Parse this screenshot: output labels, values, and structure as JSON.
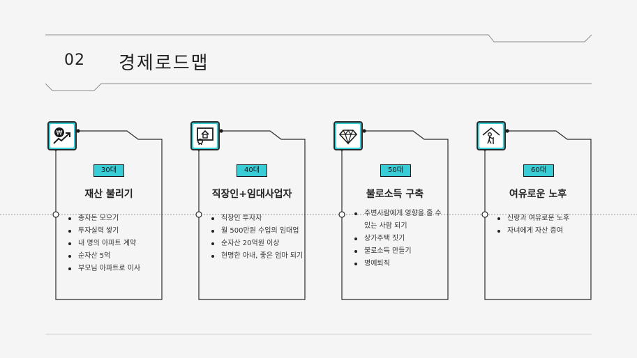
{
  "header": {
    "number": "02",
    "title": "경제로드맵"
  },
  "cards": [
    {
      "icon": "won-growth-icon",
      "age": "30대",
      "title": "재산 불리기",
      "items": [
        "종자돈 모으기",
        "투자실력 쌓기",
        "내 명의 아파트 계약",
        "순자산 5억",
        "부모님 아파트로 이사"
      ]
    },
    {
      "icon": "house-certificate-icon",
      "age": "40대",
      "title": "직장인+임대사업자",
      "items": [
        "직장인 투자자",
        "월 500만원 수입의 임대업",
        "순자산 20억원 이상",
        "현명한 아내, 좋은 엄마 되기"
      ]
    },
    {
      "icon": "diamond-icon",
      "age": "50대",
      "title": "불로소득 구축",
      "items": [
        "주변사람에게 영향을 줄 수있는 사람 되기",
        "상가주택 짓기",
        "불로소득 만들기",
        "명예퇴직"
      ]
    },
    {
      "icon": "elder-home-icon",
      "age": "60대",
      "title": "여유로운 노후",
      "items": [
        "신랑과 여유로운 노후",
        "자녀에게 자산 증여"
      ]
    }
  ],
  "colors": {
    "accent": "#38ccd6",
    "line": "#2a2a2a",
    "background": "#f5f5f5"
  }
}
